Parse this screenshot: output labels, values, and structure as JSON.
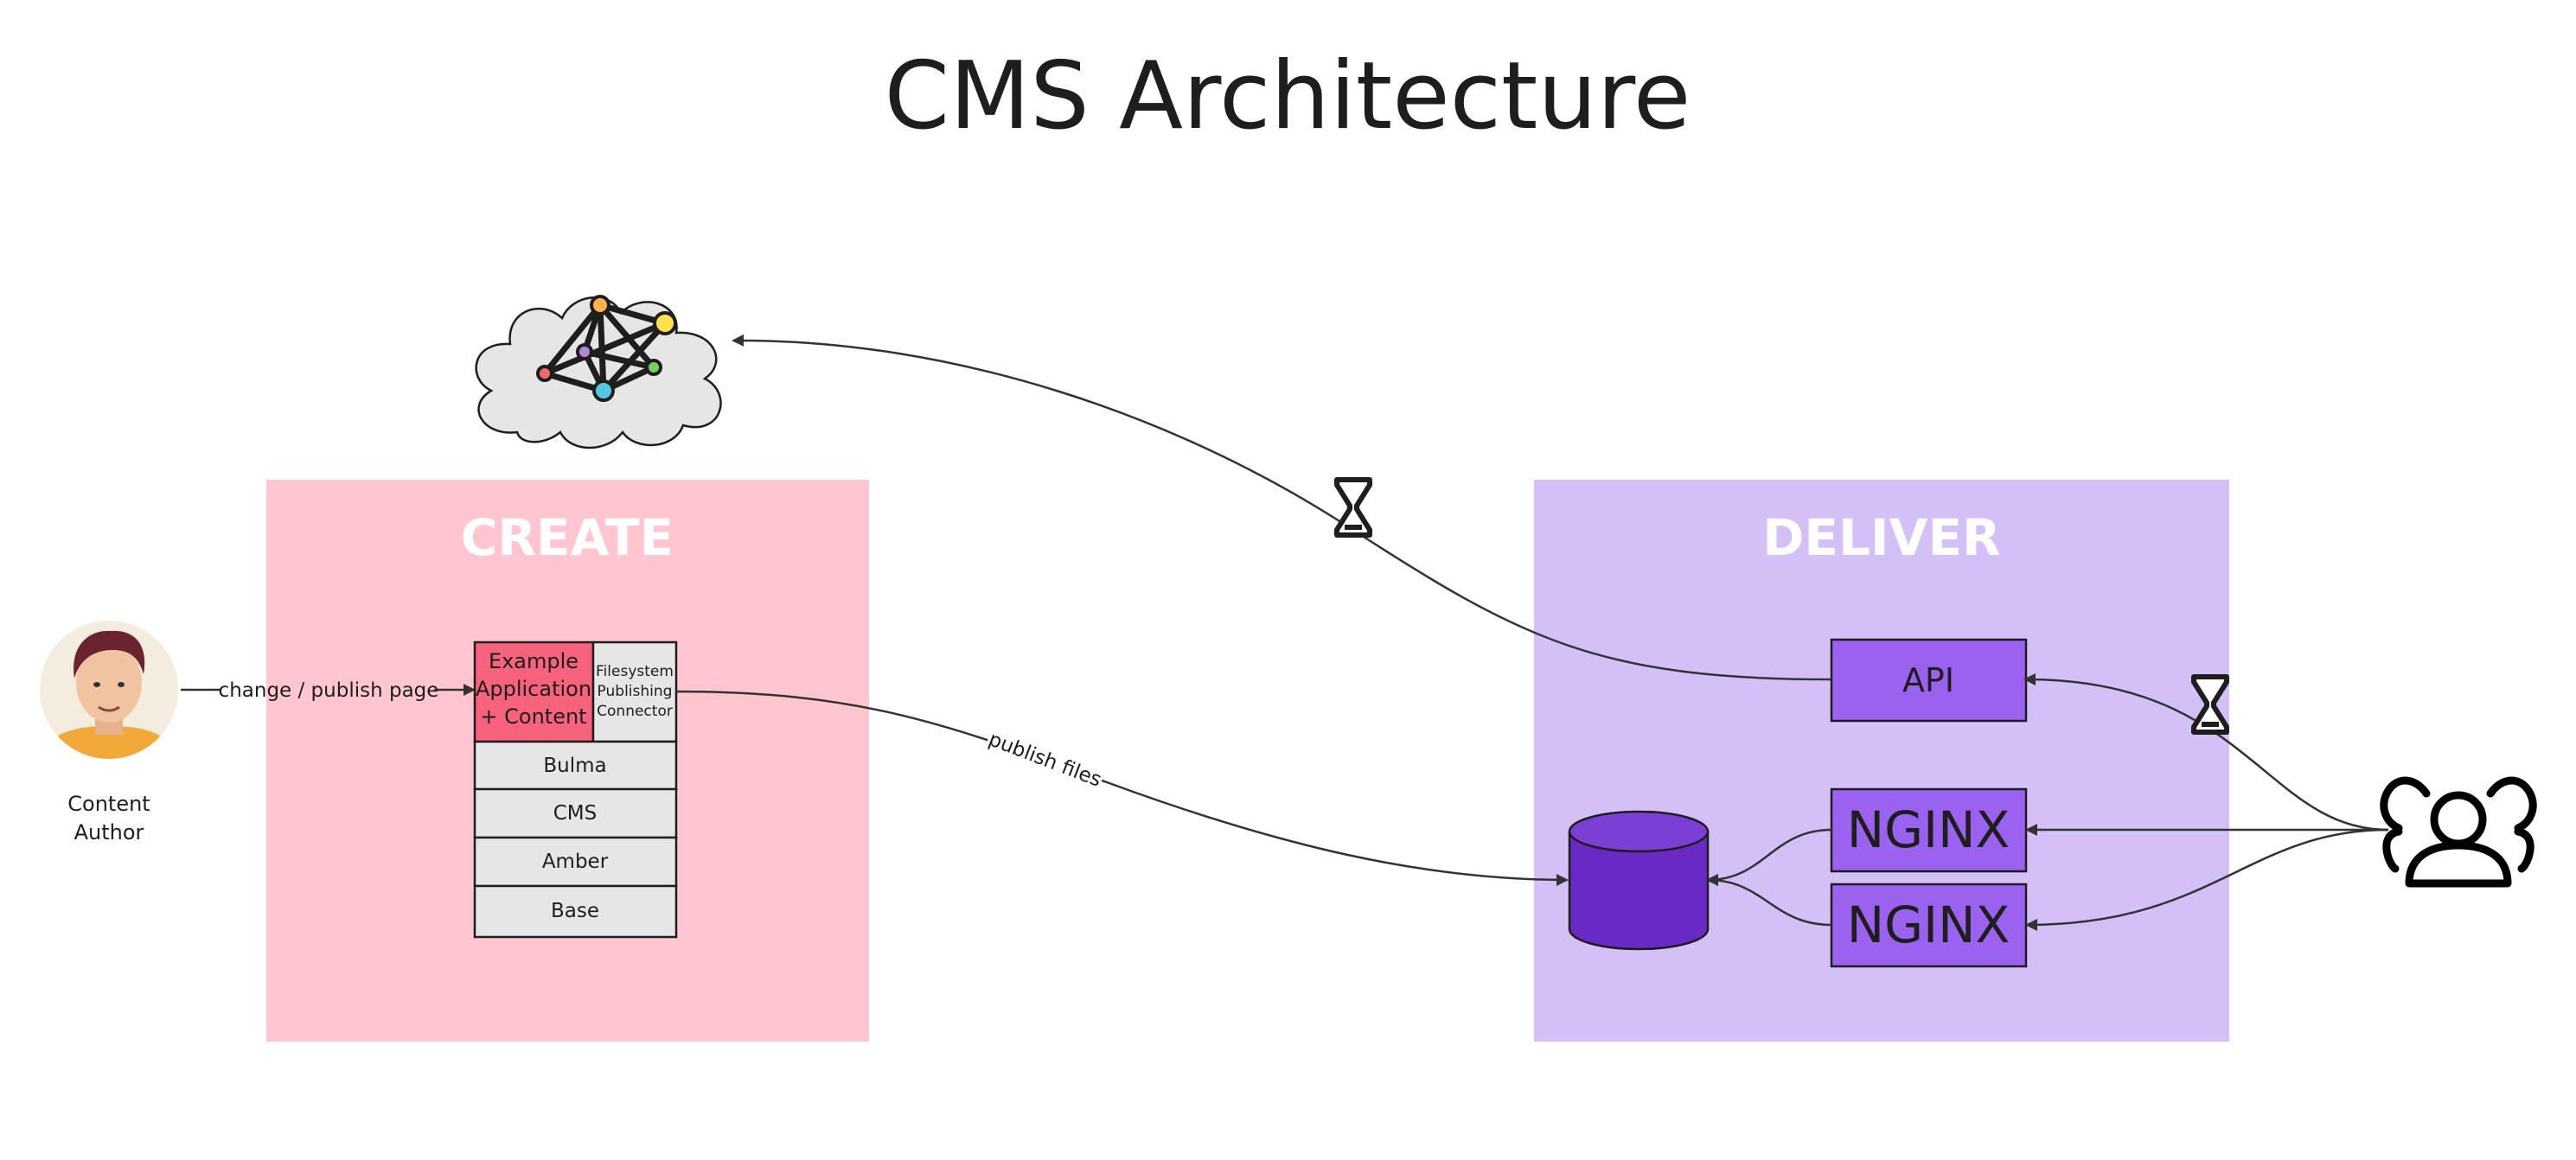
{
  "title": "CMS Architecture",
  "colors": {
    "create_zone": "#ffc6d0",
    "deliver_zone": "#d5bff7",
    "app_box": "#f7627c",
    "stack_box": "#e6e6e6",
    "purple_box": "#9b62f0",
    "database": "#6929c4",
    "cloud": "#e6e6e6",
    "line": "#333333"
  },
  "zones": {
    "create": {
      "label": "CREATE"
    },
    "deliver": {
      "label": "DELIVER"
    }
  },
  "author": {
    "line1": "Content",
    "line2": "Author"
  },
  "edges": {
    "change_publish": "change / publish page",
    "publish_files": "publish files"
  },
  "app_box": {
    "line1": "Example",
    "line2": "Application",
    "line3": "+ Content"
  },
  "connector": {
    "line1": "Filesystem",
    "line2": "Publishing",
    "line3": "Connector"
  },
  "stack": [
    "Bulma",
    "CMS",
    "Amber",
    "Base"
  ],
  "deliver_nodes": {
    "api": "API",
    "nginx_1": "NGINX",
    "nginx_2": "NGINX"
  },
  "icons": {
    "cloud": "network-cloud-icon",
    "hourglass": "hourglass-icon",
    "users": "users-group-icon",
    "database": "database-icon",
    "avatar": "person-avatar-icon"
  }
}
